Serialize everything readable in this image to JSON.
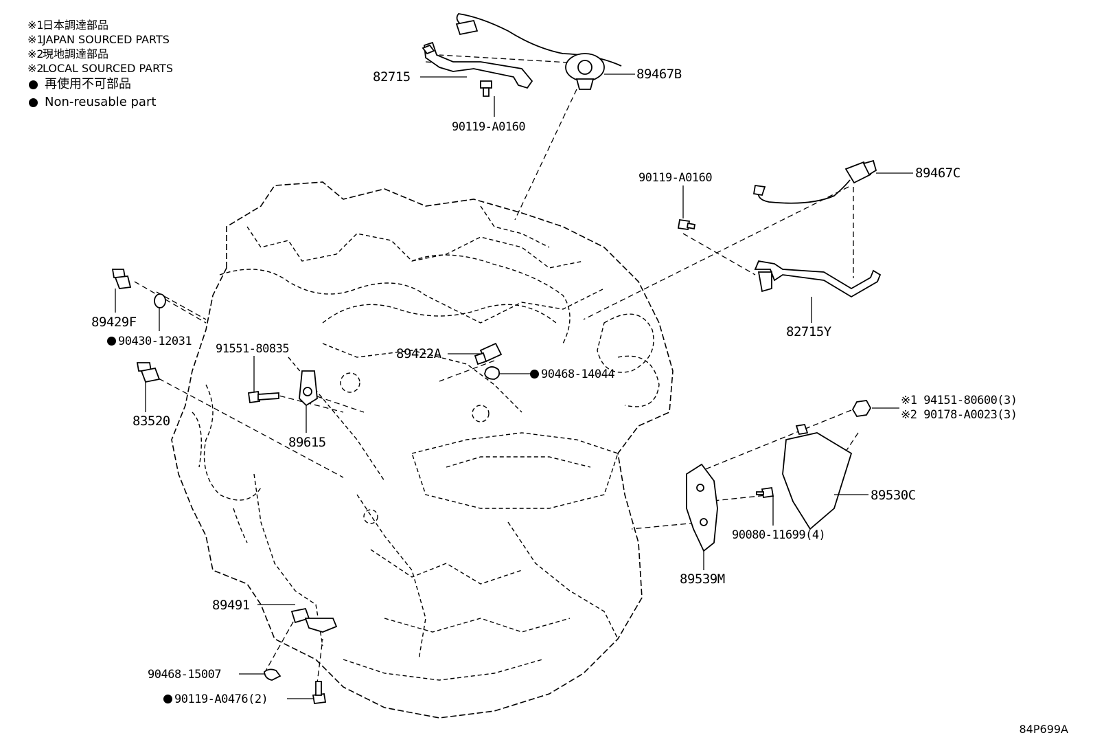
{
  "legend": [
    {
      "mark": "※1",
      "text": "日本調達部品"
    },
    {
      "mark": "※1",
      "text": "JAPAN SOURCED PARTS"
    },
    {
      "mark": "※2",
      "text": "現地調達部品"
    },
    {
      "mark": "※2",
      "text": "LOCAL SOURCED PARTS"
    },
    {
      "mark": "●",
      "text": "再使用不可部品"
    },
    {
      "mark": "●",
      "text": "Non-reusable part"
    }
  ],
  "parts": {
    "p82715": "82715",
    "p89467B": "89467B",
    "p90119_a": "90119-A0160",
    "p90119_b": "90119-A0160",
    "p89467C": "89467C",
    "p82715Y": "82715Y",
    "p89429F": "89429F",
    "p90430": "90430-12031",
    "p91551": "91551-80835",
    "p89422A": "89422A",
    "p90468_14044": "90468-14044",
    "p83520": "83520",
    "p89615": "89615",
    "p94151": "※1 94151-80600(3)",
    "p90178": "※2 90178-A0023(3)",
    "p89530C": "89530C",
    "p90080": "90080-11699(4)",
    "p89539M": "89539M",
    "p89491": "89491",
    "p90468_15007": "90468-15007",
    "p90119_A0476": "90119-A0476(2)"
  },
  "figure_code": "84P699A"
}
